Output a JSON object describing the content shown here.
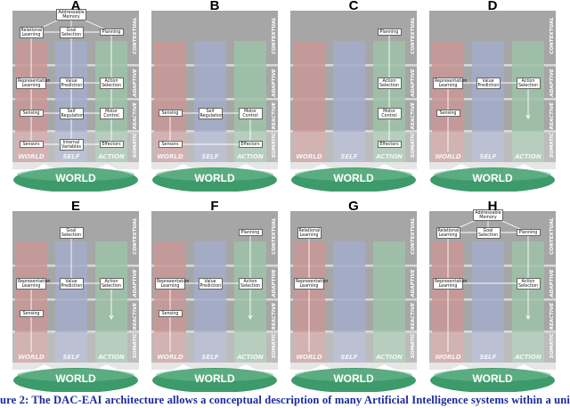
{
  "column_labels": {
    "world": "WORLD",
    "self": "SELF",
    "action": "ACTION"
  },
  "layer_labels": [
    "CONTEXTUAL",
    "ADAPTIVE",
    "REACTIVE",
    "SOMATIC"
  ],
  "world_base_label": "WORLD",
  "colors": {
    "background": "#a6a6a6",
    "band_separator": "#d9d9d9",
    "world_column": "#c99696",
    "self_column": "#a3abc9",
    "action_column": "#9dc2a8",
    "world_ellipse": "#3d9a6a",
    "caption_text": "#1a2a9e"
  },
  "module_names": {
    "memory": "Addressable\nMemory",
    "relational": "Relational\nLearning",
    "goal": "Goal\nSelection",
    "planning": "Planning",
    "representation": "Representation\nLearning",
    "value": "Value\nPrediction",
    "action_sel": "Action\nSelection",
    "sensing": "Sensing",
    "self_reg": "Self\nRegulation",
    "motor": "Motor\nControl",
    "sensors": "Sensors",
    "internal": "Internal\nVariables",
    "effectors": "Effectors"
  },
  "panels": [
    {
      "letter": "A",
      "modules": [
        "memory",
        "relational",
        "goal",
        "planning",
        "representation",
        "value",
        "action_sel",
        "sensing",
        "self_reg",
        "motor",
        "sensors",
        "internal",
        "effectors"
      ]
    },
    {
      "letter": "B",
      "modules": [
        "sensing",
        "self_reg",
        "motor",
        "sensors",
        "effectors"
      ]
    },
    {
      "letter": "C",
      "modules": [
        "planning",
        "action_sel",
        "motor",
        "effectors"
      ]
    },
    {
      "letter": "D",
      "modules": [
        "representation",
        "value",
        "action_sel",
        "sensing"
      ]
    },
    {
      "letter": "E",
      "modules": [
        "goal",
        "representation",
        "value",
        "action_sel",
        "sensing"
      ]
    },
    {
      "letter": "F",
      "modules": [
        "planning",
        "representation",
        "value",
        "action_sel",
        "sensing"
      ]
    },
    {
      "letter": "G",
      "modules": [
        "relational",
        "representation"
      ]
    },
    {
      "letter": "H",
      "modules": [
        "memory",
        "relational",
        "goal",
        "planning",
        "representation",
        "action_sel"
      ]
    }
  ],
  "caption": "ure 2: The DAC-EAI architecture allows a conceptual description of many Artificial Intelligence systems within a uni"
}
